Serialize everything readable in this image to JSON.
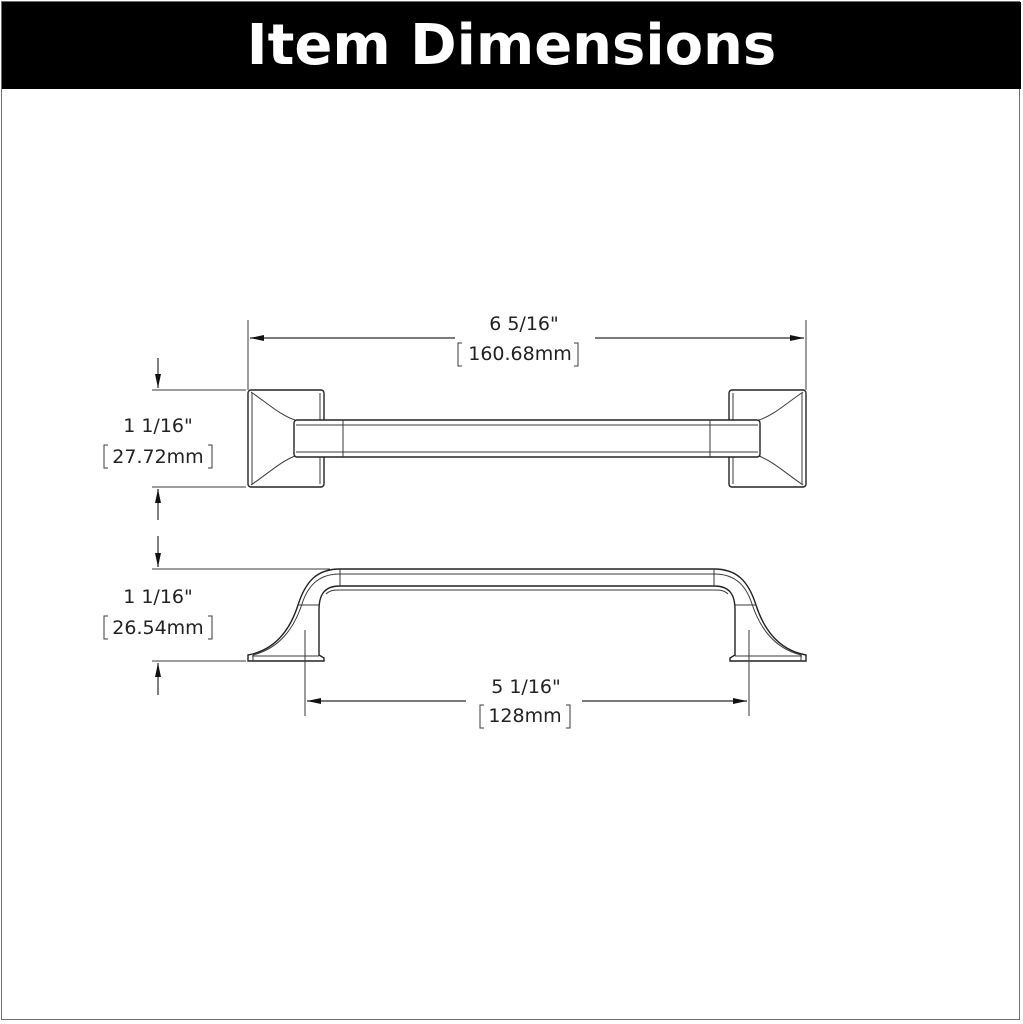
{
  "header": {
    "title": "Item Dimensions",
    "background_color": "#000000",
    "text_color": "#ffffff"
  },
  "dimensions": {
    "overall_length": {
      "imperial": "6 5/16\"",
      "metric": "160.68mm"
    },
    "top_view_height": {
      "imperial": "1 1/16\"",
      "metric": "27.72mm"
    },
    "side_view_projection": {
      "imperial": "1 1/16\"",
      "metric": "26.54mm"
    },
    "center_to_center": {
      "imperial": "5 1/16\"",
      "metric": "128mm"
    }
  },
  "views": [
    "top-view",
    "side-view"
  ]
}
